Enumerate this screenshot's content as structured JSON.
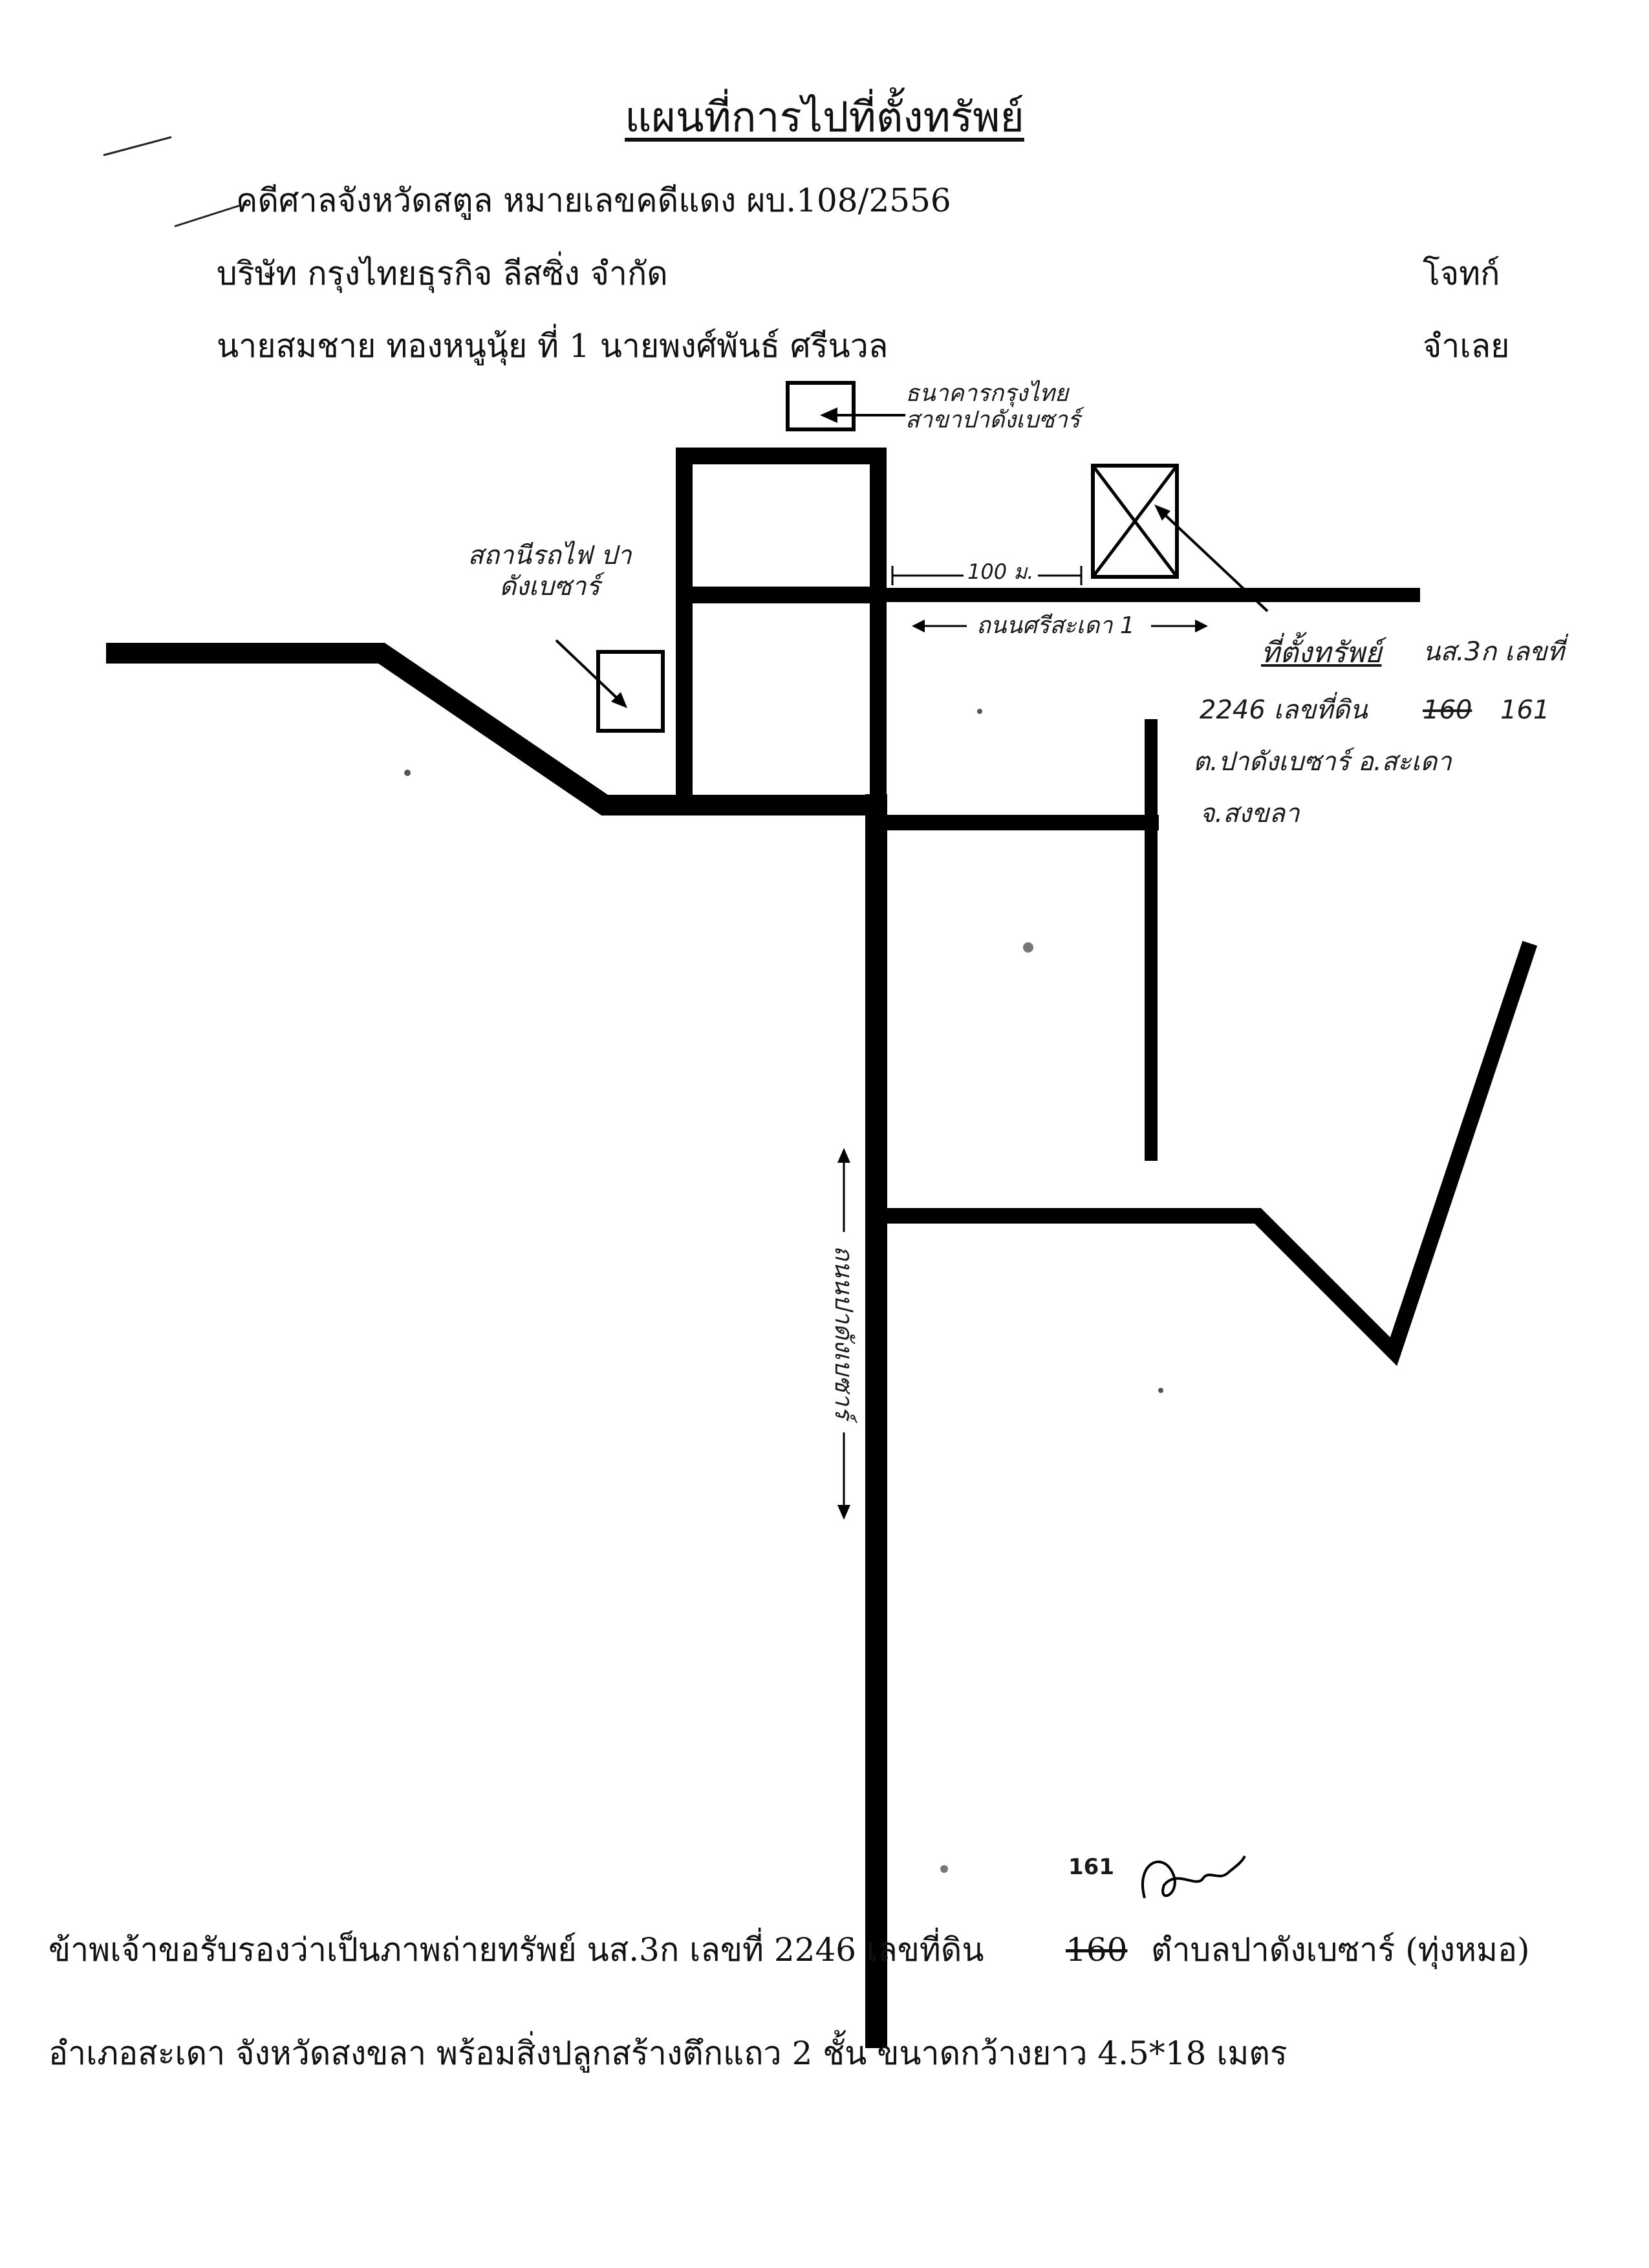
{
  "document": {
    "title": "แผนที่การไปที่ตั้งทรัพย์",
    "header": {
      "case_line": "คดีศาลจังหวัดสตูล    หมายเลขคดีแดง ผบ.108/2556",
      "plaintiff_name": "บริษัท กรุงไทยธุรกิจ  ลีสซิ่ง   จำกัด",
      "plaintiff_role": "โจทก์",
      "defendant_name": "นายสมชาย  ทองหนูนุ้ย  ที่ 1  นายพงศ์พันธ์  ศรีนวล",
      "defendant_role": "จำเลย"
    },
    "map_labels": {
      "bank": "ธนาคารกรุงไทย สาขาปาดังเบซาร์",
      "station": "สถานีรถไฟ ปาดังเบซาร์",
      "distance": "100 ม.",
      "road_east": "ถนนศรีสะเดา 1",
      "property_heading": "ที่ตั้งทรัพย์",
      "property_line1": "นส.3ก เลขที่",
      "property_line2a": "2246  เลขที่ดิน",
      "property_line2_struck": "160",
      "property_line2b": "161",
      "property_line3": "ต.ปาดังเบซาร์  อ.สะเดา",
      "property_line4": "จ.สงขลา",
      "road_north_south": "ถนนปาดังเบซาร์"
    },
    "certification": {
      "line1_part1": "ข้าพเจ้าขอรับรองว่าเป็นภาพถ่ายทรัพย์  นส.3ก เลขที่   2246   เลขที่ดิน",
      "struck_number": "160",
      "corrected_number": "161",
      "line1_part2": "ตำบลปาดังเบซาร์ (ทุ่งหมอ)",
      "line2": "อำเภอสะเดา  จังหวัดสงขลา  พร้อมสิ่งปลูกสร้างตึกแถว 2 ชั้น  ขนาดกว้างยาว  4.5*18  เมตร"
    }
  }
}
